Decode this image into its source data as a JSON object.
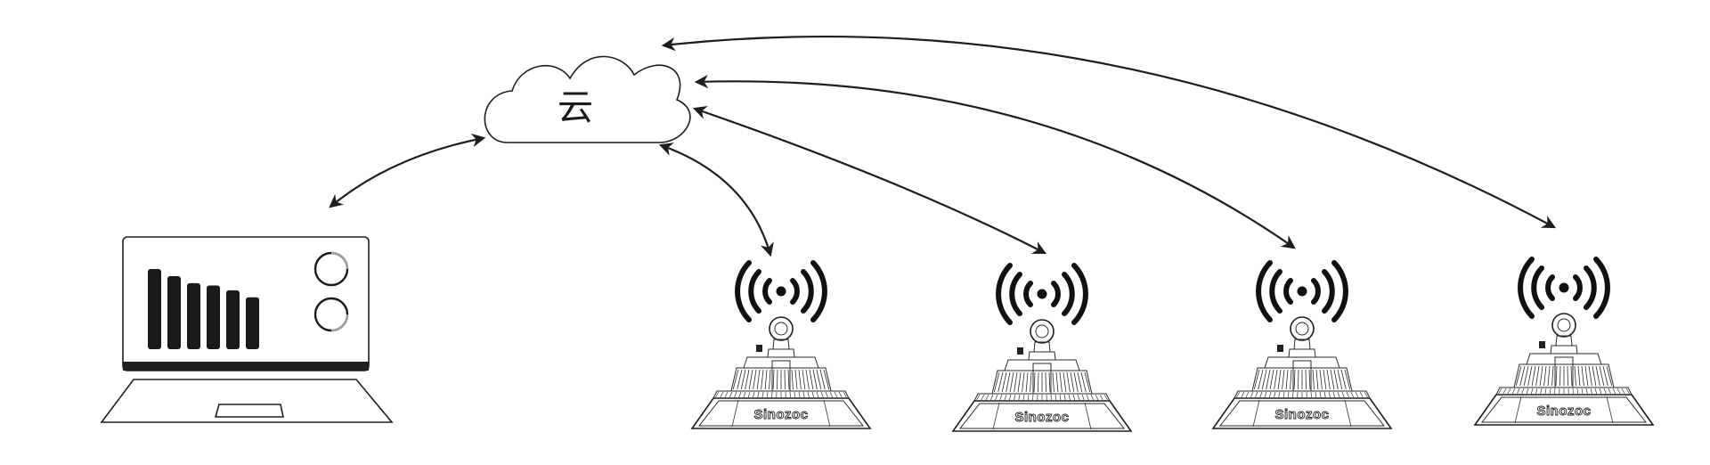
{
  "cloud": {
    "label": "云"
  },
  "fixture_brand": "Sinozoc",
  "fixtures": [
    {
      "brand": "Sinozoc"
    },
    {
      "brand": "Sinozoc"
    },
    {
      "brand": "Sinozoc"
    },
    {
      "brand": "Sinozoc"
    }
  ],
  "laptop": {
    "screen_bars": [
      68,
      62,
      56,
      54,
      50,
      44
    ],
    "indicators": 2
  },
  "colors": {
    "line": "#1e1e1e",
    "bar": "#1a1a1a",
    "indicator_arc": "#9e9e9e",
    "background": "#ffffff"
  },
  "icons": [
    "cloud-icon",
    "laptop-icon",
    "wifi-signal-icon",
    "high-bay-light-icon"
  ]
}
